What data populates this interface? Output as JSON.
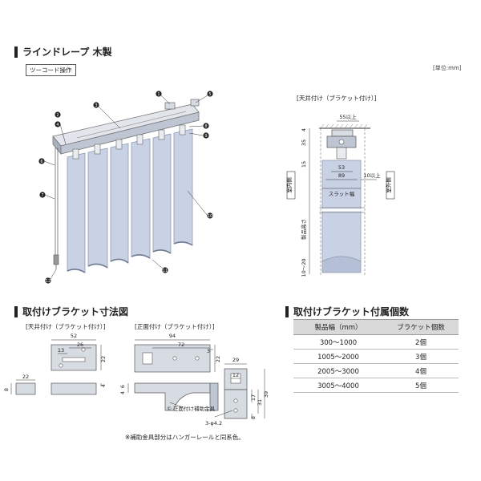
{
  "title": "ラインドレープ 木製",
  "operation_tag": "ツーコード操作",
  "unit_label": "[単位:mm]",
  "product_callouts": [
    "1",
    "2",
    "3",
    "4",
    "5",
    "6",
    "7",
    "8",
    "9",
    "10",
    "11",
    "12"
  ],
  "ceiling_section": {
    "label": "[天井付け（ブラケット付け）]",
    "top_label": "55以上",
    "dim_4": "4",
    "dim_35": "35",
    "dim_15": "15",
    "dim_53": "53",
    "dim_89": "89",
    "dim_10": "10以上",
    "slat_label": "スラット幅",
    "indoor_label": "室内側",
    "outdoor_label": "室外側",
    "height_label": "製品高さ",
    "dim_bottom": "10～20"
  },
  "bracket_dims": {
    "heading": "取付けブラケット寸法図",
    "ceiling_label": "[天井付け（ブラケット付け）]",
    "front_label": "[正面付け（ブラケット付け）]",
    "d52": "52",
    "d13": "13",
    "d26": "26",
    "d22": "22",
    "d4a": "4",
    "d22b": "22",
    "d8": "8",
    "d94": "94",
    "d72": "72",
    "d3": "3",
    "d22c": "22",
    "d6": "6",
    "d4b": "4",
    "d29": "29",
    "d12": "12",
    "d17": "17",
    "d31": "31",
    "d39": "39",
    "d8b": "8",
    "hole": "3-φ4.2",
    "aux_label": "正面付け補助金具",
    "aux_marker": "①",
    "footnote": "※補助金具部分はハンガーレールと同系色。"
  },
  "bracket_count": {
    "heading": "取付けブラケット付属個数",
    "columns": [
      "製品幅（mm）",
      "ブラケット個数"
    ],
    "rows": [
      [
        "300～1000",
        "2個"
      ],
      [
        "1005～2000",
        "3個"
      ],
      [
        "2005～3000",
        "4個"
      ],
      [
        "3005～4000",
        "5個"
      ]
    ]
  },
  "colors": {
    "slat": "#c9d2e4",
    "slat_edge": "#8f9bb3",
    "rail": "#bfc6d3",
    "bracket": "#d7dbe2"
  }
}
